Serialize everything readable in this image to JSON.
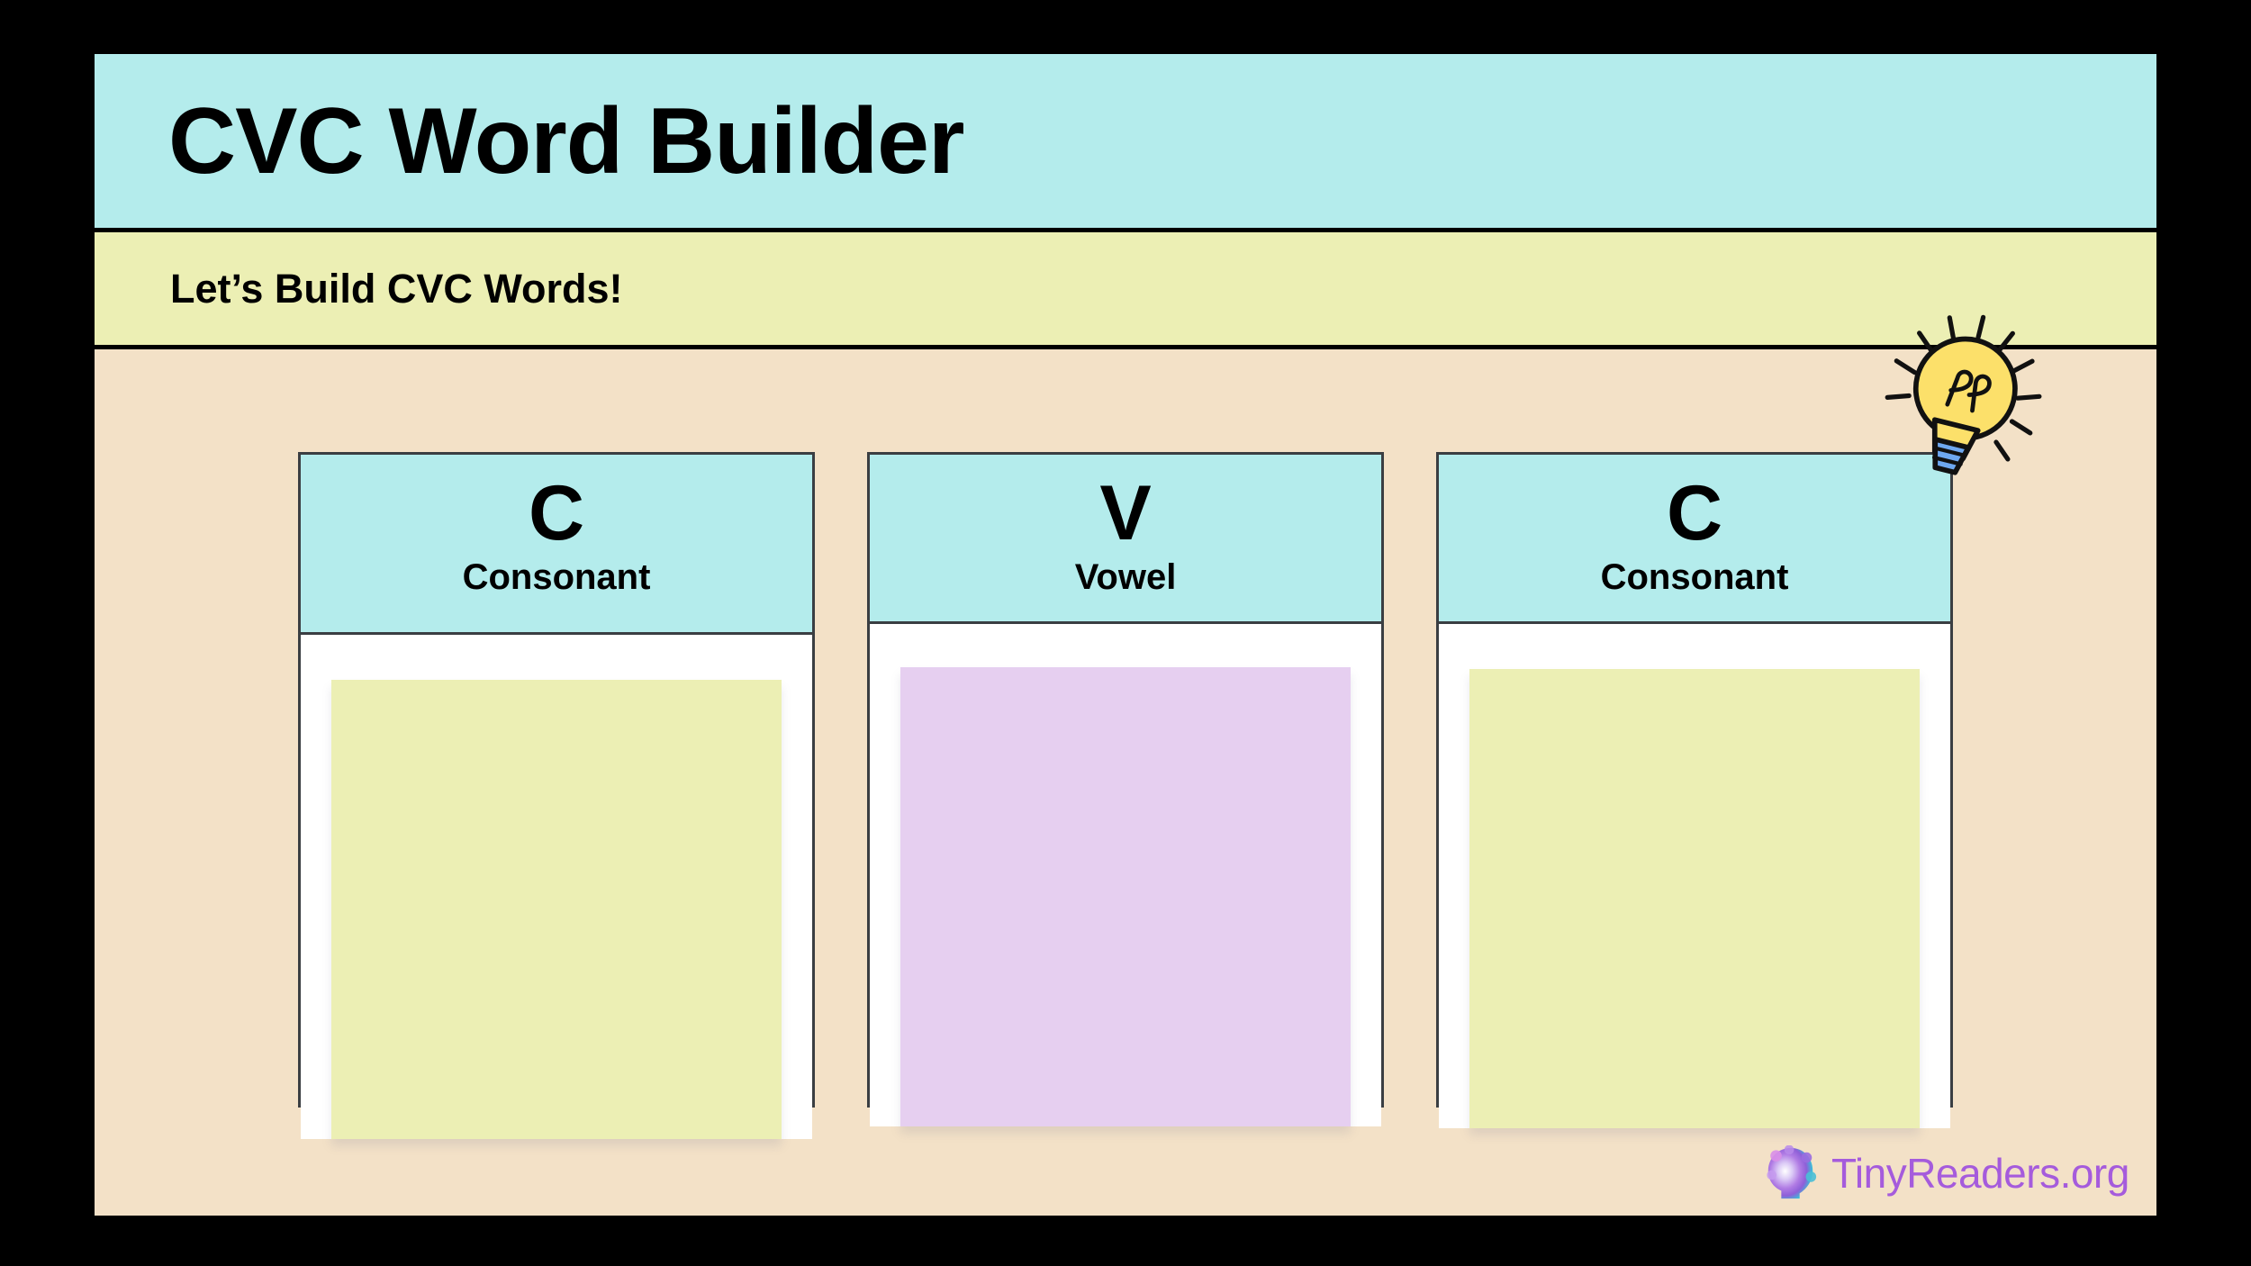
{
  "slide": {
    "title": "CVC Word Builder",
    "subtitle": "Let’s Build CVC Words!"
  },
  "cards": [
    {
      "letter": "C",
      "label": "Consonant",
      "note_color": "#ECEFB4",
      "note_kind": "yellow"
    },
    {
      "letter": "V",
      "label": "Vowel",
      "note_color": "#E6CFF0",
      "note_kind": "purple"
    },
    {
      "letter": "C",
      "label": "Consonant",
      "note_color": "#ECEFB4",
      "note_kind": "yellow"
    }
  ],
  "decorations": {
    "lightbulb_icon": "lightbulb-icon"
  },
  "footer": {
    "brand": "TinyReaders.org",
    "brand_icon": "reader-head-icon"
  },
  "colors": {
    "canvas": "#000000",
    "title_band": "#B4ECEC",
    "subtitle_band": "#ECEFB4",
    "body_background": "#F3E1C7",
    "card_background": "#FFFFFF",
    "card_border": "#3A3E42",
    "card_header": "#B4ECEC",
    "sticky_yellow": "#ECEFB4",
    "sticky_purple": "#E6CFF0",
    "brand_text": "#A55BDC",
    "bulb_fill": "#FCE06A",
    "bulb_base": "#6EA8F0",
    "ink": "#000000"
  }
}
